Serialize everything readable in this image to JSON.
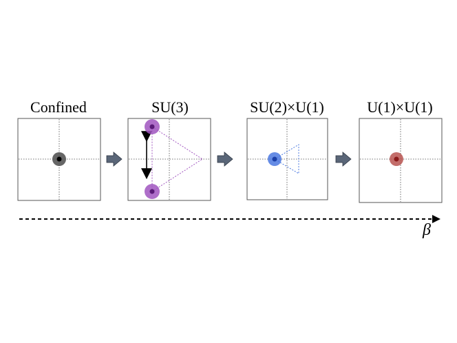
{
  "panels": [
    {
      "title": "Confined"
    },
    {
      "title": "SU(3)"
    },
    {
      "title": "SU(2)×U(1)"
    },
    {
      "title": "U(1)×U(1)"
    }
  ],
  "axis": {
    "label": "β"
  },
  "colors": {
    "confined": "#555555",
    "su3": "#a055c0",
    "su2u1": "#4a78e0",
    "u1u1": "#b85450",
    "arrow_fill": "#5a6678",
    "arrow_edge": "#2c3440",
    "frame": "#555555"
  }
}
